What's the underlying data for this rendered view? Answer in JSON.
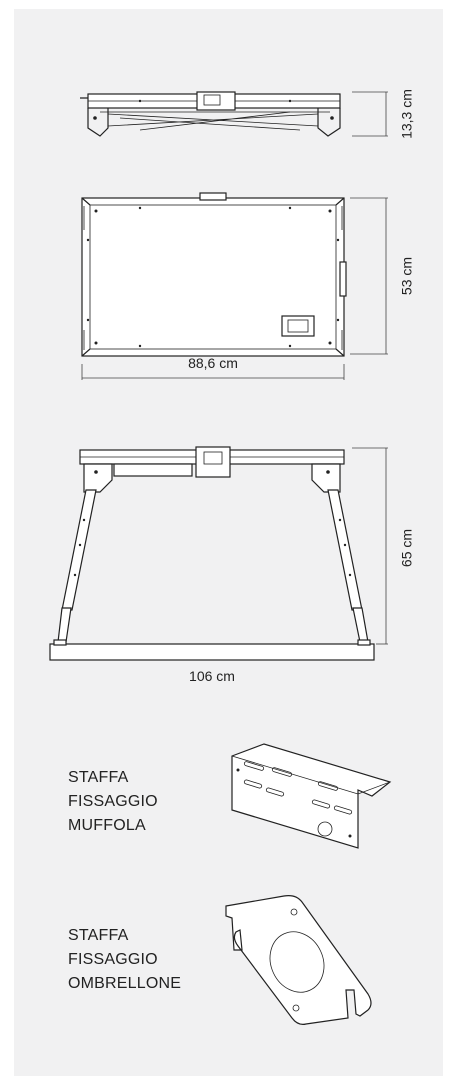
{
  "dimensions": {
    "folded_height": "13,3 cm",
    "depth": "53 cm",
    "width_top": "88,6 cm",
    "height": "65 cm",
    "width_base": "106 cm"
  },
  "accessories": [
    {
      "lines": [
        "STAFFA",
        "FISSAGGIO",
        "MUFFOLA"
      ]
    },
    {
      "lines": [
        "STAFFA",
        "FISSAGGIO",
        "OMBRELLONE"
      ]
    }
  ]
}
